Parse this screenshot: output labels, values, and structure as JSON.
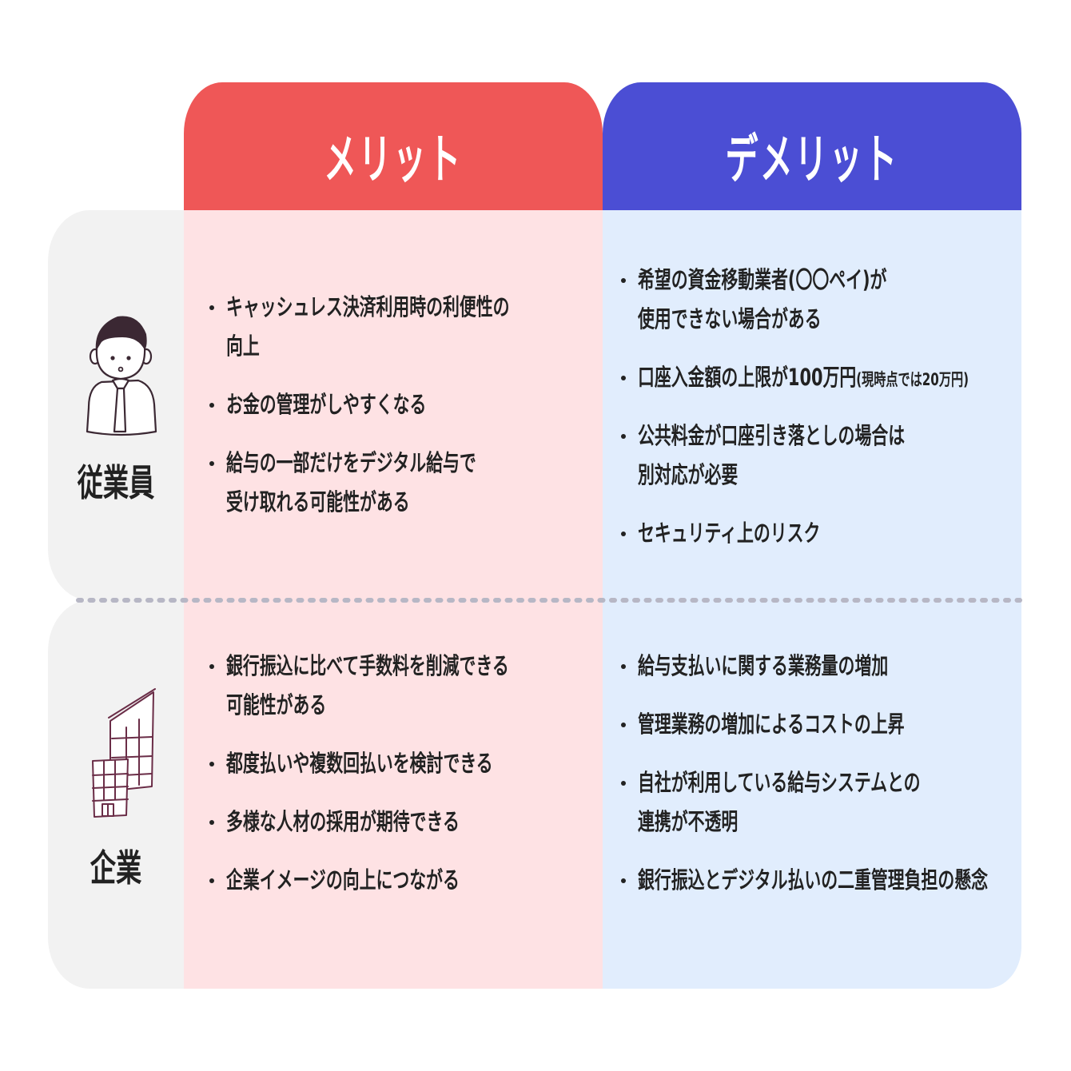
{
  "headers": {
    "merit": "メリット",
    "demerit": "デメリット"
  },
  "colors": {
    "merit_header": "#EF5757",
    "demerit_header": "#4B4ED4",
    "merit_body": "#FEE2E4",
    "demerit_body": "#E1EDFD",
    "side_column": "#F2F2F2",
    "divider": "#B7B7C5"
  },
  "rows": {
    "employee": {
      "label": "従業員",
      "icon": "employee-person-icon",
      "merits": [
        {
          "lines": [
            "キャッシュレス決済利用時の利便性の",
            "向上"
          ]
        },
        {
          "lines": [
            "お金の管理がしやすくなる"
          ]
        },
        {
          "lines": [
            "給与の一部だけをデジタル給与で",
            "受け取れる可能性がある"
          ]
        }
      ],
      "demerits": [
        {
          "lines": [
            "希望の資金移動業者(〇〇ペイ)が",
            "使用できない場合がある"
          ]
        },
        {
          "lines": [
            "口座入金額の上限が100万円"
          ],
          "note": "(現時点では20万円)"
        },
        {
          "lines": [
            "公共料金が口座引き落としの場合は",
            "別対応が必要"
          ]
        },
        {
          "lines": [
            "セキュリティ上のリスク"
          ]
        }
      ]
    },
    "company": {
      "label": "企業",
      "icon": "company-building-icon",
      "merits": [
        {
          "lines": [
            "銀行振込に比べて手数料を削減できる",
            "可能性がある"
          ]
        },
        {
          "lines": [
            "都度払いや複数回払いを検討できる"
          ]
        },
        {
          "lines": [
            "多様な人材の採用が期待できる"
          ]
        },
        {
          "lines": [
            "企業イメージの向上につながる"
          ]
        }
      ],
      "demerits": [
        {
          "lines": [
            "給与支払いに関する業務量の増加"
          ]
        },
        {
          "lines": [
            "管理業務の増加によるコストの上昇"
          ]
        },
        {
          "lines": [
            "自社が利用している給与システムとの",
            "連携が不透明"
          ]
        },
        {
          "lines": [
            "銀行振込とデジタル払いの二重管理負担の懸念"
          ]
        }
      ]
    }
  }
}
